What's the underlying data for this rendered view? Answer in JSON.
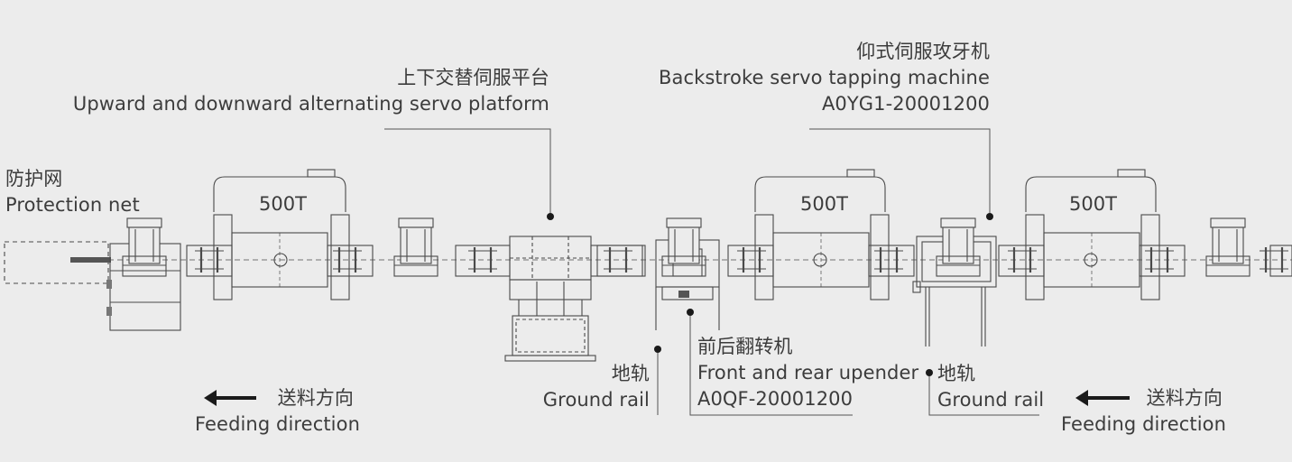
{
  "labels": {
    "protection_net": {
      "zh": "防护网",
      "en": "Protection net"
    },
    "alternating_platform": {
      "zh": "上下交替伺服平台",
      "en": "Upward and downward alternating servo platform"
    },
    "tapping_machine": {
      "zh": "仰式伺服攻牙机",
      "en": "Backstroke servo tapping machine",
      "model": "A0YG1-20001200"
    },
    "upender": {
      "zh": "前后翻转机",
      "en": "Front and rear upender",
      "model": "A0QF-20001200"
    },
    "ground_rail_1": {
      "zh": "地轨",
      "en": "Ground rail"
    },
    "ground_rail_2": {
      "zh": "地轨",
      "en": "Ground rail"
    },
    "feeding_left": {
      "zh": "送料方向",
      "en": "Feeding direction"
    },
    "feeding_right": {
      "zh": "送料方向",
      "en": "Feeding direction"
    }
  },
  "presses": [
    "500T",
    "500T",
    "500T"
  ],
  "colors": {
    "line": "#4a4a4a",
    "background": "#ececec",
    "arrow": "#1a1a1a",
    "text": "#3c3c3c"
  }
}
